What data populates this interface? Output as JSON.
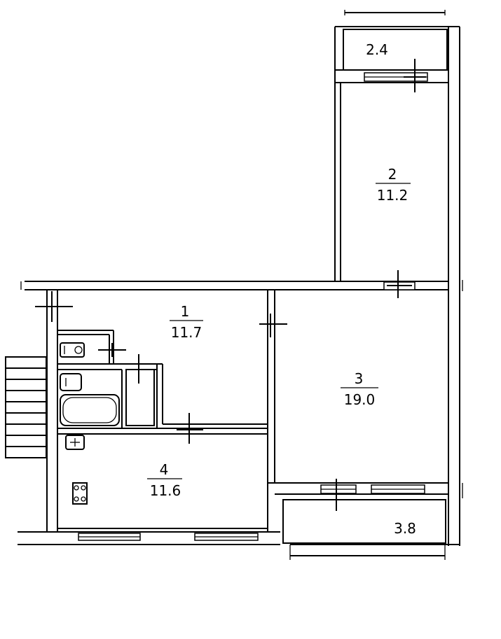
{
  "rooms": [
    {
      "number": "1",
      "area": "11.7"
    },
    {
      "number": "2",
      "area": "11.2"
    },
    {
      "number": "3",
      "area": "19.0"
    },
    {
      "number": "4",
      "area": "11.6"
    }
  ],
  "balconies": [
    {
      "area": "2.4"
    },
    {
      "area": "3.8"
    }
  ],
  "colors": {
    "ink": "#000000",
    "paper": "#ffffff"
  }
}
